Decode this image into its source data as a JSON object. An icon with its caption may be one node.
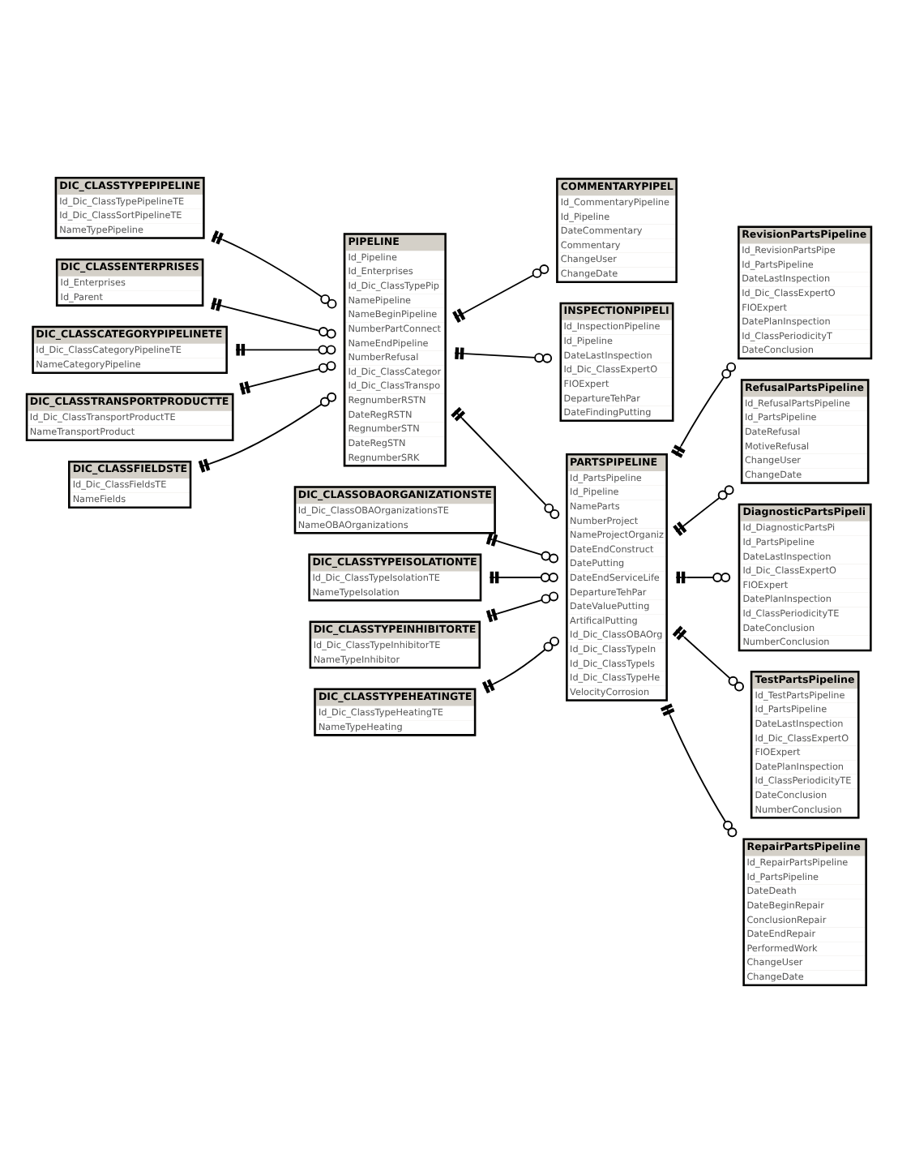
{
  "diagram": {
    "nodes": [
      {
        "text": [
          "DIC_CLASSTYPEPIPELINE",
          "Id_Dic_ClassTypePipelineTE",
          "Id_Dic_ClassSortPipelineTE",
          "NameTypePipeline"
        ]
      },
      {
        "text": [
          "DIC_CLASSENTERPRISES",
          "Id_Enterprises",
          "Id_Parent"
        ]
      },
      {
        "text": [
          "DIC_CLASSCATEGORYPIPELINETE",
          "Id_Dic_ClassCategoryPipelineTE",
          "NameCategoryPipeline"
        ]
      },
      {
        "text": [
          "DIC_CLASSTRANSPORTPRODUCTTE",
          "Id_Dic_ClassTransportProductTE",
          "NameTransportProduct"
        ]
      },
      {
        "text": [
          "DIC_CLASSFIELDSTE",
          "Id_Dic_ClassFieldsTE",
          "NameFields"
        ]
      },
      {
        "text": [
          "PIPELINE",
          "Id_Pipeline",
          "Id_Enterprises",
          "Id_Dic_ClassTypePip",
          "NamePipeline",
          "NameBeginPipeline",
          "NumberPartConnect",
          "NameEndPipeline",
          "NumberRefusal",
          "Id_Dic_ClassCategor",
          "Id_Dic_ClassTranspo",
          "RegnumberRSTN",
          "DateRegRSTN",
          "RegnumberSTN",
          "DateRegSTN",
          "RegnumberSRK"
        ]
      },
      {
        "text": [
          "COMMENTARYPIPEL",
          "Id_CommentaryPipeline",
          "Id_Pipeline",
          "DateCommentary",
          "Commentary",
          "ChangeUser",
          "ChangeDate"
        ]
      },
      {
        "text": [
          "INSPECTIONPIPELI",
          "Id_InspectionPipeline",
          "Id_Pipeline",
          "DateLastInspection",
          "Id_Dic_ClassExpertO",
          "FIOExpert",
          "DepartureTehPar",
          "DateFindingPutting"
        ]
      },
      {
        "text": [
          "PARTSPIPELINE",
          "Id_PartsPipeline",
          "Id_Pipeline",
          "NameParts",
          "NumberProject",
          "NameProjectOrganiz",
          "DateEndConstruct",
          "DatePutting",
          "DateEndServiceLife",
          "DepartureTehPar",
          "DateValuePutting",
          "ArtificalPutting",
          "Id_Dic_ClassOBAOrg",
          "Id_Dic_ClassTypeIn",
          "Id_Dic_ClassTypeIs",
          "Id_Dic_ClassTypeHe",
          "VelocityCorrosion"
        ]
      },
      {
        "text": [
          "DIC_CLASSOBAORGANIZATIONSTE",
          "Id_Dic_ClassOBAOrganizationsTE",
          "NameOBAOrganizations"
        ]
      },
      {
        "text": [
          "DIC_CLASSTYPEISOLATIONTE",
          "Id_Dic_ClassTypeIsolationTE",
          "NameTypeIsolation"
        ]
      },
      {
        "text": [
          "DIC_CLASSTYPEINHIBITORTE",
          "Id_Dic_ClassTypeInhibitorTE",
          "NameTypeInhibitor"
        ]
      },
      {
        "text": [
          "DIC_CLASSTYPEHEATINGTE",
          "Id_Dic_ClassTypeHeatingTE",
          "NameTypeHeating"
        ]
      },
      {
        "text": [
          "RevisionPartsPipeline",
          "Id_RevisionPartsPipe",
          "Id_PartsPipeline",
          "DateLastInspection",
          "Id_Dic_ClassExpertO",
          "FIOExpert",
          "DatePlanInspection",
          "Id_ClassPeriodicityT",
          "DateConclusion"
        ]
      },
      {
        "text": [
          "RefusalPartsPipeline",
          "Id_RefusalPartsPipeline",
          "Id_PartsPipeline",
          "DateRefusal",
          "MotiveRefusal",
          "ChangeUser",
          "ChangeDate"
        ]
      },
      {
        "text": [
          "DiagnosticPartsPipeli",
          "Id_DiagnosticPartsPi",
          "Id_PartsPipeline",
          "DateLastInspection",
          "Id_Dic_ClassExpertO",
          "FIOExpert",
          "DatePlanInspection",
          "Id_ClassPeriodicityTE",
          "DateConclusion",
          "NumberConclusion"
        ]
      },
      {
        "text": [
          "TestPartsPipeline",
          "Id_TestPartsPipeline",
          "Id_PartsPipeline",
          "DateLastInspection",
          "Id_Dic_ClassExpertO",
          "FIOExpert",
          "DatePlanInspection",
          "Id_ClassPeriodicityTE",
          "DateConclusion",
          "NumberConclusion"
        ]
      },
      {
        "text": [
          "RepairPartsPipeline",
          "Id_RepairPartsPipeline",
          "Id_PartsPipeline",
          "DateDeath",
          "DateBeginRepair",
          "ConclusionRepair",
          "DateEndRepair",
          "PerformedWork",
          "ChangeUser",
          "ChangeDate"
        ]
      }
    ],
    "edges": [
      {
        "from": 0,
        "to": 5,
        "arrow": "other"
      },
      {
        "from": 1,
        "to": 5,
        "arrow": "other"
      },
      {
        "from": 2,
        "to": 5,
        "arrow": "other"
      },
      {
        "from": 3,
        "to": 5,
        "arrow": "other"
      },
      {
        "from": 4,
        "to": 5,
        "arrow": "other"
      },
      {
        "from": 5,
        "to": 6,
        "arrow": "other"
      },
      {
        "from": 5,
        "to": 7,
        "arrow": "other"
      },
      {
        "from": 5,
        "to": 8,
        "arrow": "other"
      },
      {
        "from": 9,
        "to": 8,
        "arrow": "other"
      },
      {
        "from": 10,
        "to": 8,
        "arrow": "other"
      },
      {
        "from": 11,
        "to": 8,
        "arrow": "other"
      },
      {
        "from": 12,
        "to": 8,
        "arrow": "other"
      },
      {
        "from": 8,
        "to": 13,
        "arrow": "other"
      },
      {
        "from": 8,
        "to": 14,
        "arrow": "other"
      },
      {
        "from": 8,
        "to": 15,
        "arrow": "other"
      },
      {
        "from": 8,
        "to": 16,
        "arrow": "other"
      },
      {
        "from": 8,
        "to": 17,
        "arrow": "other"
      }
    ]
  }
}
